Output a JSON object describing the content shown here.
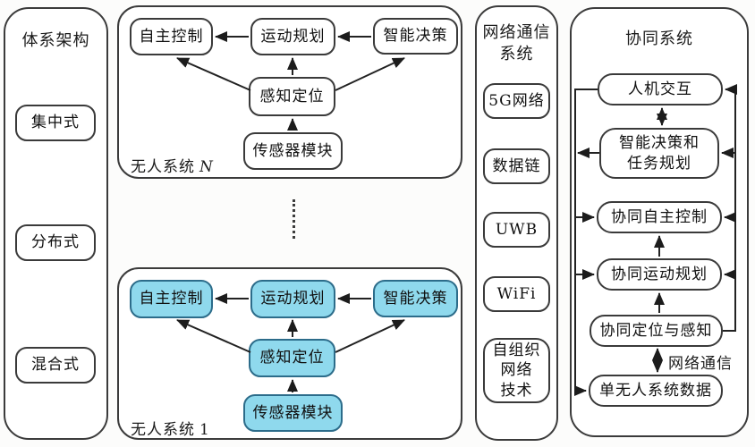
{
  "colors": {
    "node_fill_blue": "#8fd9ed",
    "node_border_blue": "#2c6c8a",
    "line_color": "#222222",
    "panel_border": "#3b3b3b"
  },
  "architecture_panel": {
    "title": "体系架构",
    "items": [
      "集中式",
      "分布式",
      "混合式"
    ]
  },
  "unmanned_systems": {
    "nodes": {
      "autonomous_control": "自主控制",
      "motion_planning": "运动规划",
      "intelligent_decision": "智能决策",
      "perception_localization": "感知定位",
      "sensor_module": "传感器模块"
    },
    "system_label_prefix": "无人系统",
    "system_n_suffix": "N",
    "system_1_suffix": "1"
  },
  "network_panel": {
    "title": "网络通信\n系统",
    "items": [
      "5G网络",
      "数据链",
      "UWB",
      "WiFi",
      "自组织\n网络\n技术"
    ]
  },
  "cooperative_panel": {
    "title": "协同系统",
    "nodes": {
      "human_machine_interaction": "人机交互",
      "decision_task_planning": "智能决策和\n任务规划",
      "cooperative_autonomous_control": "协同自主控制",
      "cooperative_motion_planning": "协同运动规划",
      "cooperative_localization_perception": "协同定位与感知",
      "single_system_data": "单无人系统数据"
    },
    "network_comm_label": "网络通信"
  }
}
